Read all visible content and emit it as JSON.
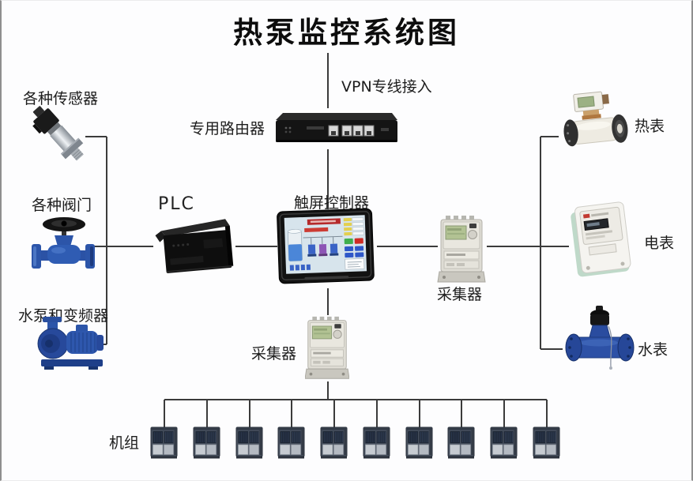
{
  "diagram": {
    "title": "热泵监控系统图",
    "labels": {
      "vpn_access": "VPN专线接入",
      "router": "专用路由器",
      "sensors": "各种传感器",
      "valves": "各种阀门",
      "plc": "PLC",
      "touch_controller": "触屏控制器",
      "pumps_inverters": "水泵和变频器",
      "collector_right": "采集器",
      "collector_bottom": "采集器",
      "heat_meter": "热表",
      "electric_meter": "电表",
      "water_meter": "水表",
      "units": "机组"
    },
    "units_count": 10,
    "colors": {
      "connector_line": "#3b3b3b",
      "title_text": "#0d0d0d",
      "label_text": "#1d1d1d",
      "device_blue": "#2d51a6",
      "lcd_green": "#b2c293",
      "hmi_screen_red": "#b5292a",
      "hmi_indicator_green": "#3fae4e",
      "hmi_button_blue": "#2e57c8"
    }
  }
}
